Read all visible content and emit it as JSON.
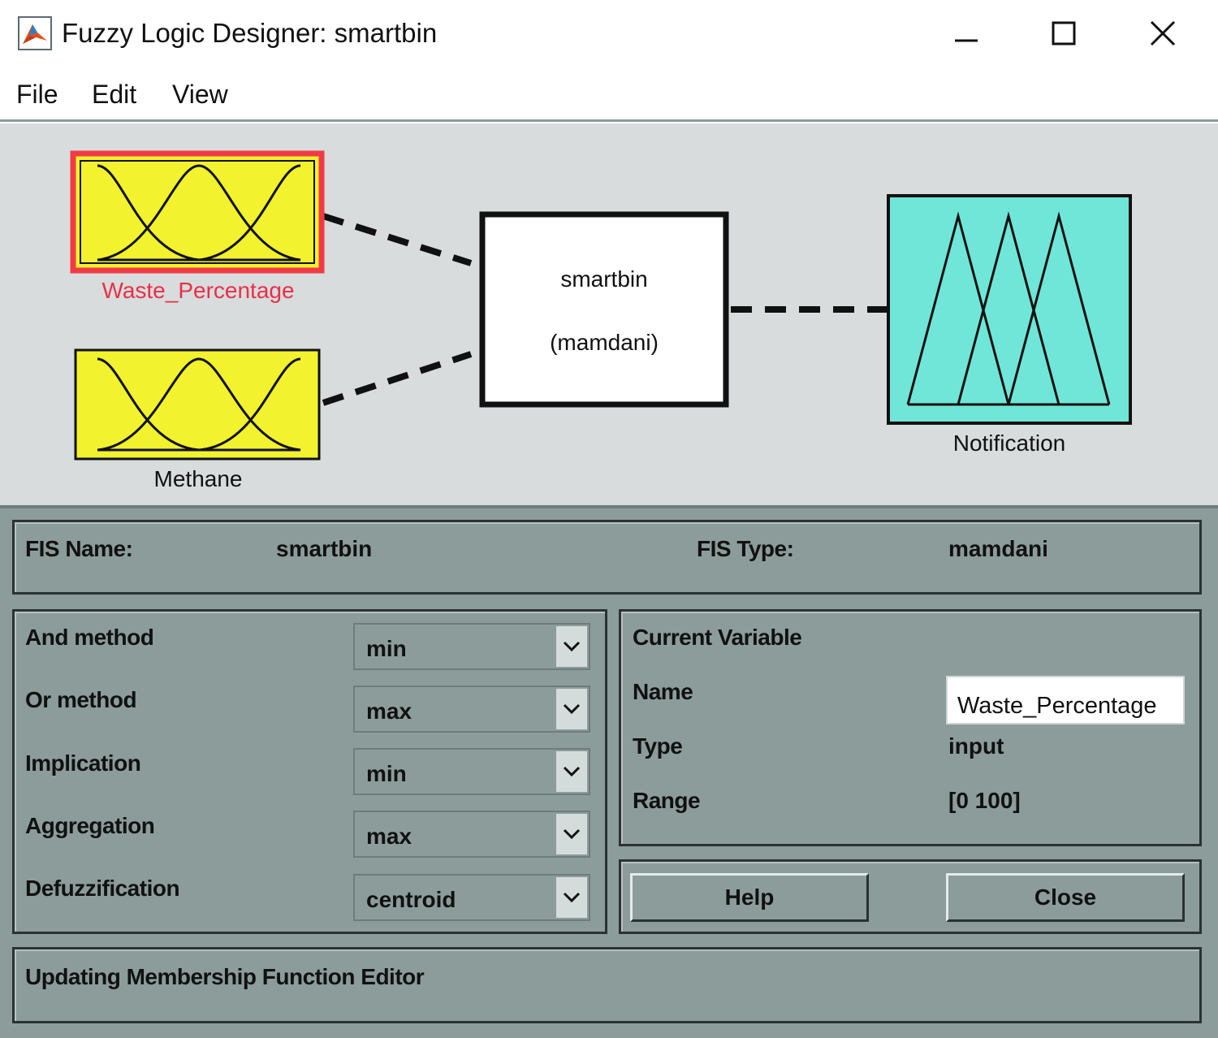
{
  "window": {
    "title": "Fuzzy Logic Designer: smartbin",
    "icons": {
      "app": "matlab-logo-icon",
      "minimize": "minimize-icon",
      "maximize": "maximize-icon",
      "close": "close-icon"
    }
  },
  "menu": {
    "items": [
      "File",
      "Edit",
      "View"
    ]
  },
  "diagram": {
    "inputs": [
      {
        "name": "Waste_Percentage",
        "selected": true,
        "mf_shape": "gaussian"
      },
      {
        "name": "Methane",
        "selected": false,
        "mf_shape": "gaussian"
      }
    ],
    "system": {
      "name": "smartbin",
      "type": "(mamdani)"
    },
    "output": {
      "name": "Notification",
      "mf_shape": "triangular"
    },
    "colors": {
      "input_fill": "#f2f22e",
      "output_fill": "#6fe6d8",
      "selected_border": "#f23a46",
      "selected_label": "#e8304a"
    }
  },
  "fis": {
    "name_label": "FIS Name:",
    "name_value": "smartbin",
    "type_label": "FIS Type:",
    "type_value": "mamdani"
  },
  "methods": [
    {
      "label": "And method",
      "value": "min"
    },
    {
      "label": "Or method",
      "value": "max"
    },
    {
      "label": "Implication",
      "value": "min"
    },
    {
      "label": "Aggregation",
      "value": "max"
    },
    {
      "label": "Defuzzification",
      "value": "centroid"
    }
  ],
  "current_variable": {
    "heading": "Current Variable",
    "name_label": "Name",
    "name_value": "Waste_Percentage",
    "type_label": "Type",
    "type_value": "input",
    "range_label": "Range",
    "range_value": "[0 100]"
  },
  "buttons": {
    "help": "Help",
    "close": "Close"
  },
  "status": {
    "text": "Updating Membership Function Editor"
  }
}
